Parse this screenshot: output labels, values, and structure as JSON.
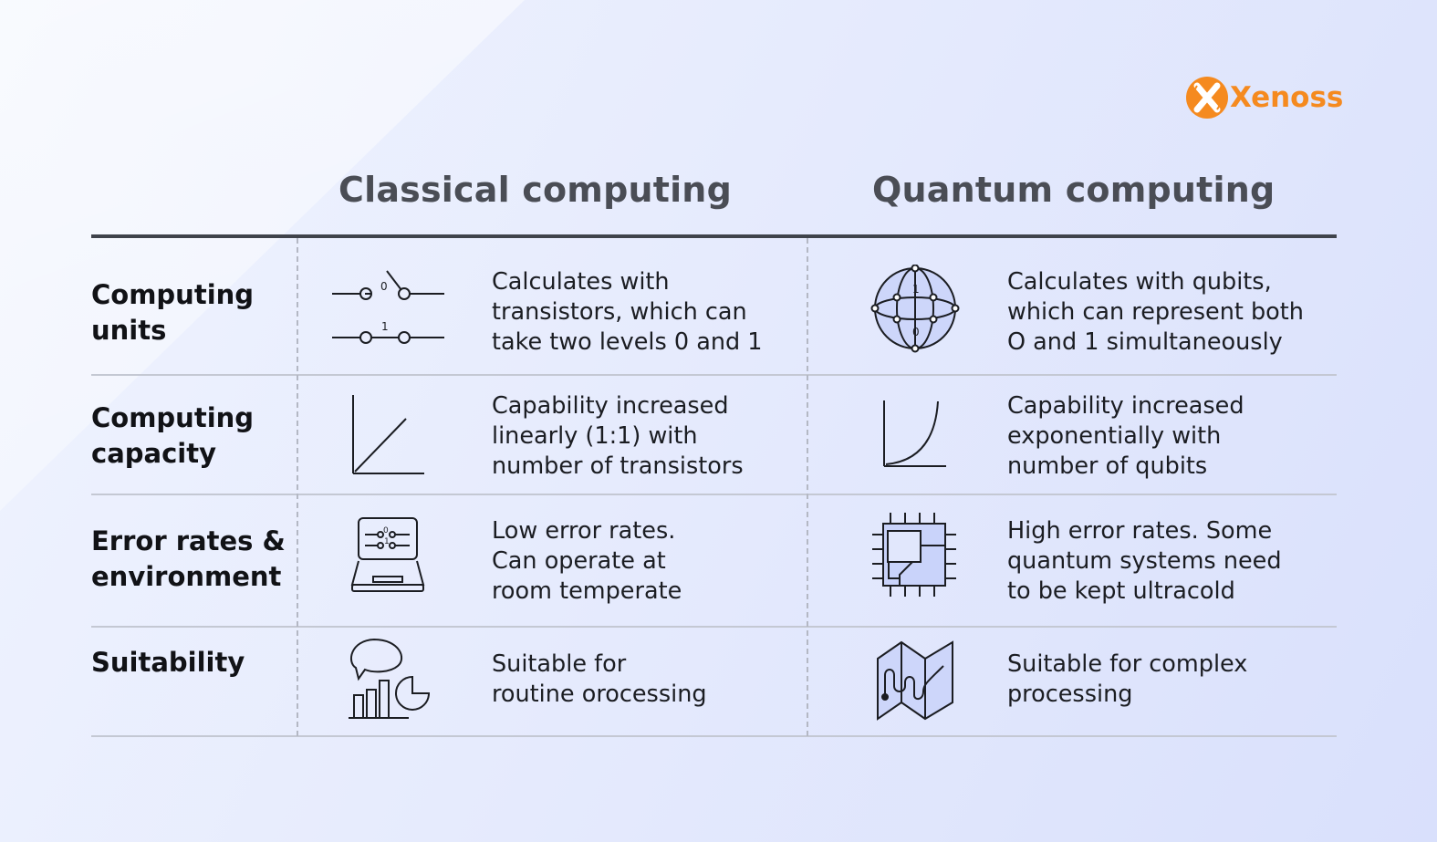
{
  "brand": {
    "name": "Xenoss",
    "color": "#f58a1f"
  },
  "columns": {
    "classical": "Classical computing",
    "quantum": "Quantum computing"
  },
  "rows": [
    {
      "label": "Computing\nunits",
      "classical": {
        "icon": "switch-icon",
        "text": "Calculates with\ntransistors, which can\ntake two levels 0 and 1",
        "icon_labels": [
          "0",
          "1"
        ]
      },
      "quantum": {
        "icon": "bloch-sphere-icon",
        "text": "Calculates with qubits,\nwhich can represent both\nO and 1 simultaneously",
        "icon_labels": [
          "1",
          "0"
        ]
      }
    },
    {
      "label": "Computing\ncapacity",
      "classical": {
        "icon": "linear-graph-icon",
        "text": "Capability increased\nlinearly (1:1) with\nnumber of transistors"
      },
      "quantum": {
        "icon": "exponential-graph-icon",
        "text": "Capability increased\nexponentially with\nnumber of qubits"
      }
    },
    {
      "label": "Error rates &\nenvironment",
      "classical": {
        "icon": "laptop-icon",
        "text": "Low error rates.\nCan operate at\nroom temperate",
        "icon_labels": [
          "0",
          "1"
        ]
      },
      "quantum": {
        "icon": "chip-icon",
        "text": "High error rates. Some\nquantum systems need\nto be kept ultracold"
      }
    },
    {
      "label": "Suitability",
      "classical": {
        "icon": "chat-chart-icon",
        "text": "Suitable for\nroutine orocessing"
      },
      "quantum": {
        "icon": "map-route-icon",
        "text": "Suitable for complex\nprocessing"
      }
    }
  ]
}
